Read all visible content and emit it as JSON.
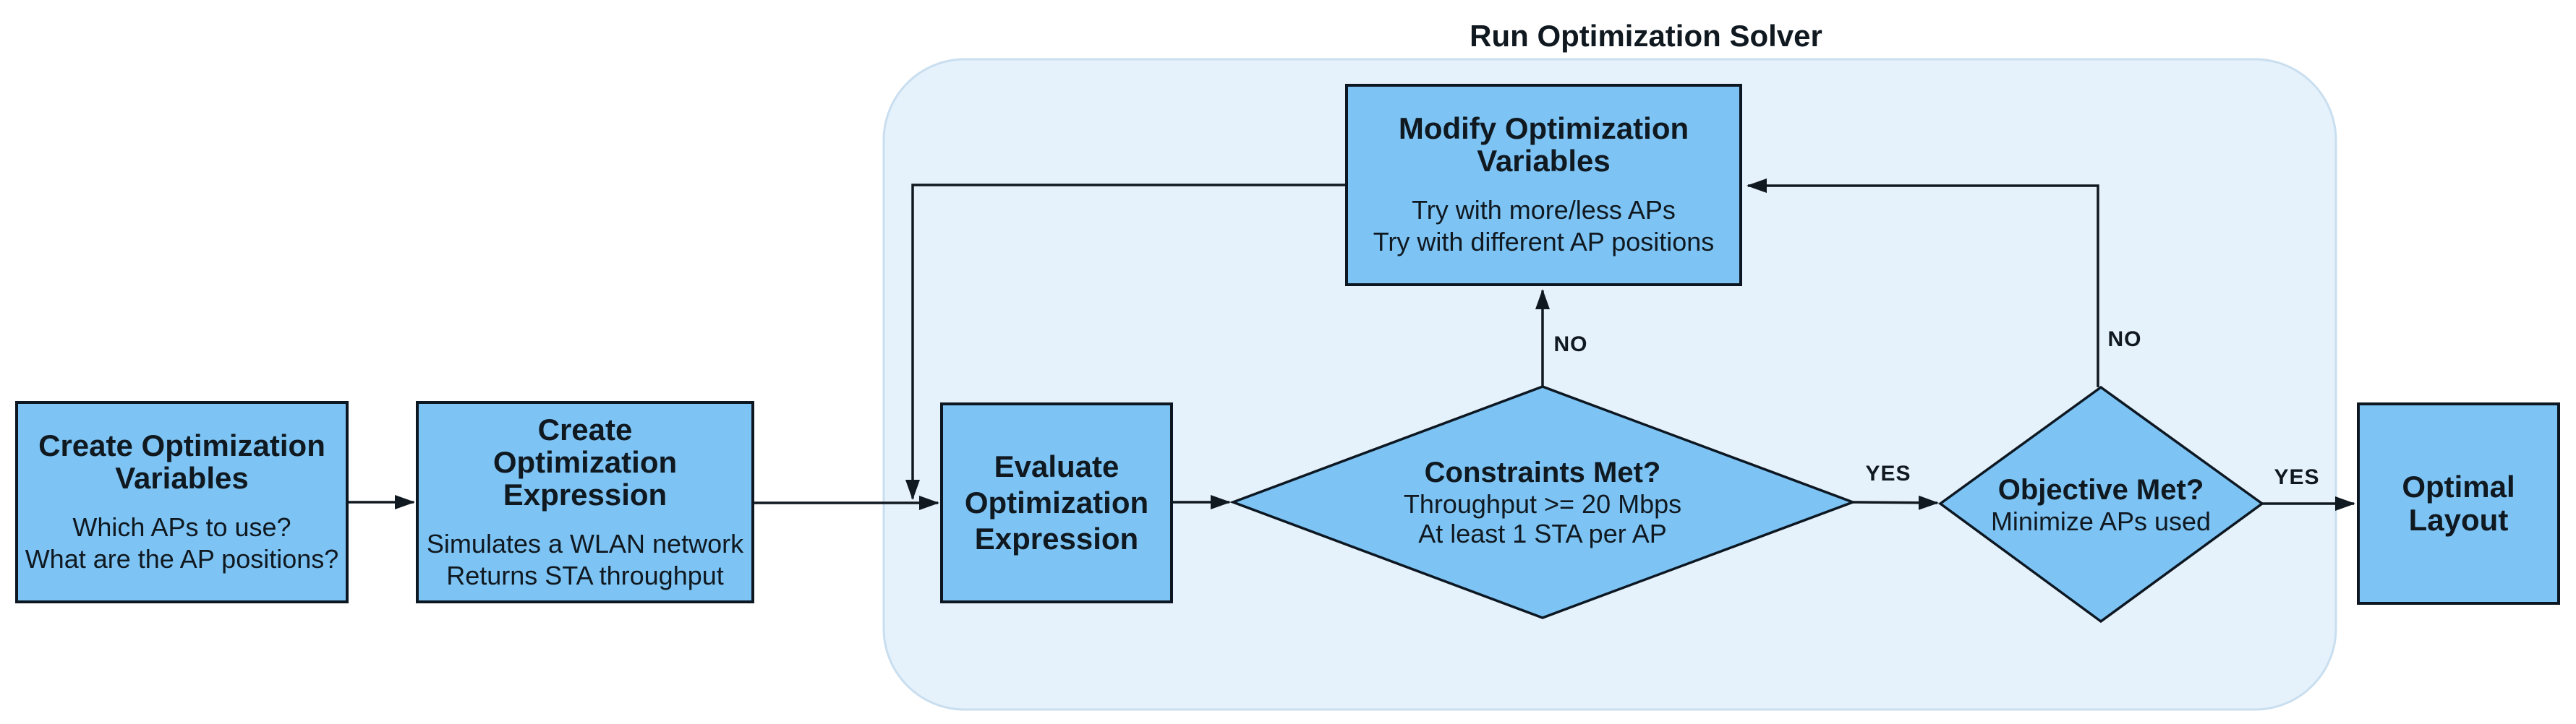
{
  "solver_group": {
    "title": "Run Optimization Solver"
  },
  "nodes": {
    "create_vars": {
      "title_lines": [
        "Create Optimization",
        "Variables"
      ],
      "body_lines": [
        "Which APs to use?",
        "What are the AP positions?"
      ]
    },
    "create_expr": {
      "title_lines": [
        "Create",
        "Optimization Expression"
      ],
      "body_lines": [
        "Simulates a WLAN network",
        "Returns STA throughput"
      ]
    },
    "evaluate": {
      "title_lines": [
        "Evaluate",
        "Optimization",
        "Expression"
      ]
    },
    "modify": {
      "title_lines": [
        "Modify Optimization",
        "Variables"
      ],
      "body_lines": [
        "Try with more/less APs",
        "Try with different AP positions"
      ]
    },
    "constraints": {
      "title": "Constraints Met?",
      "body_lines": [
        "Throughput >= 20 Mbps",
        "At least 1 STA per AP"
      ]
    },
    "objective": {
      "title": "Objective Met?",
      "body_lines": [
        "Minimize APs used"
      ]
    },
    "optimal": {
      "title_lines": [
        "Optimal",
        "Layout"
      ]
    }
  },
  "edge_labels": {
    "constraints_yes": "YES",
    "constraints_no": "NO",
    "objective_yes": "YES",
    "objective_no": "NO"
  },
  "colors": {
    "node_fill": "#7DC4F4",
    "node_border": "#0D1722",
    "container_fill": "#E6F2FB",
    "container_border": "#C9DEEF",
    "ink": "#101820",
    "background": "#FFFFFF"
  }
}
